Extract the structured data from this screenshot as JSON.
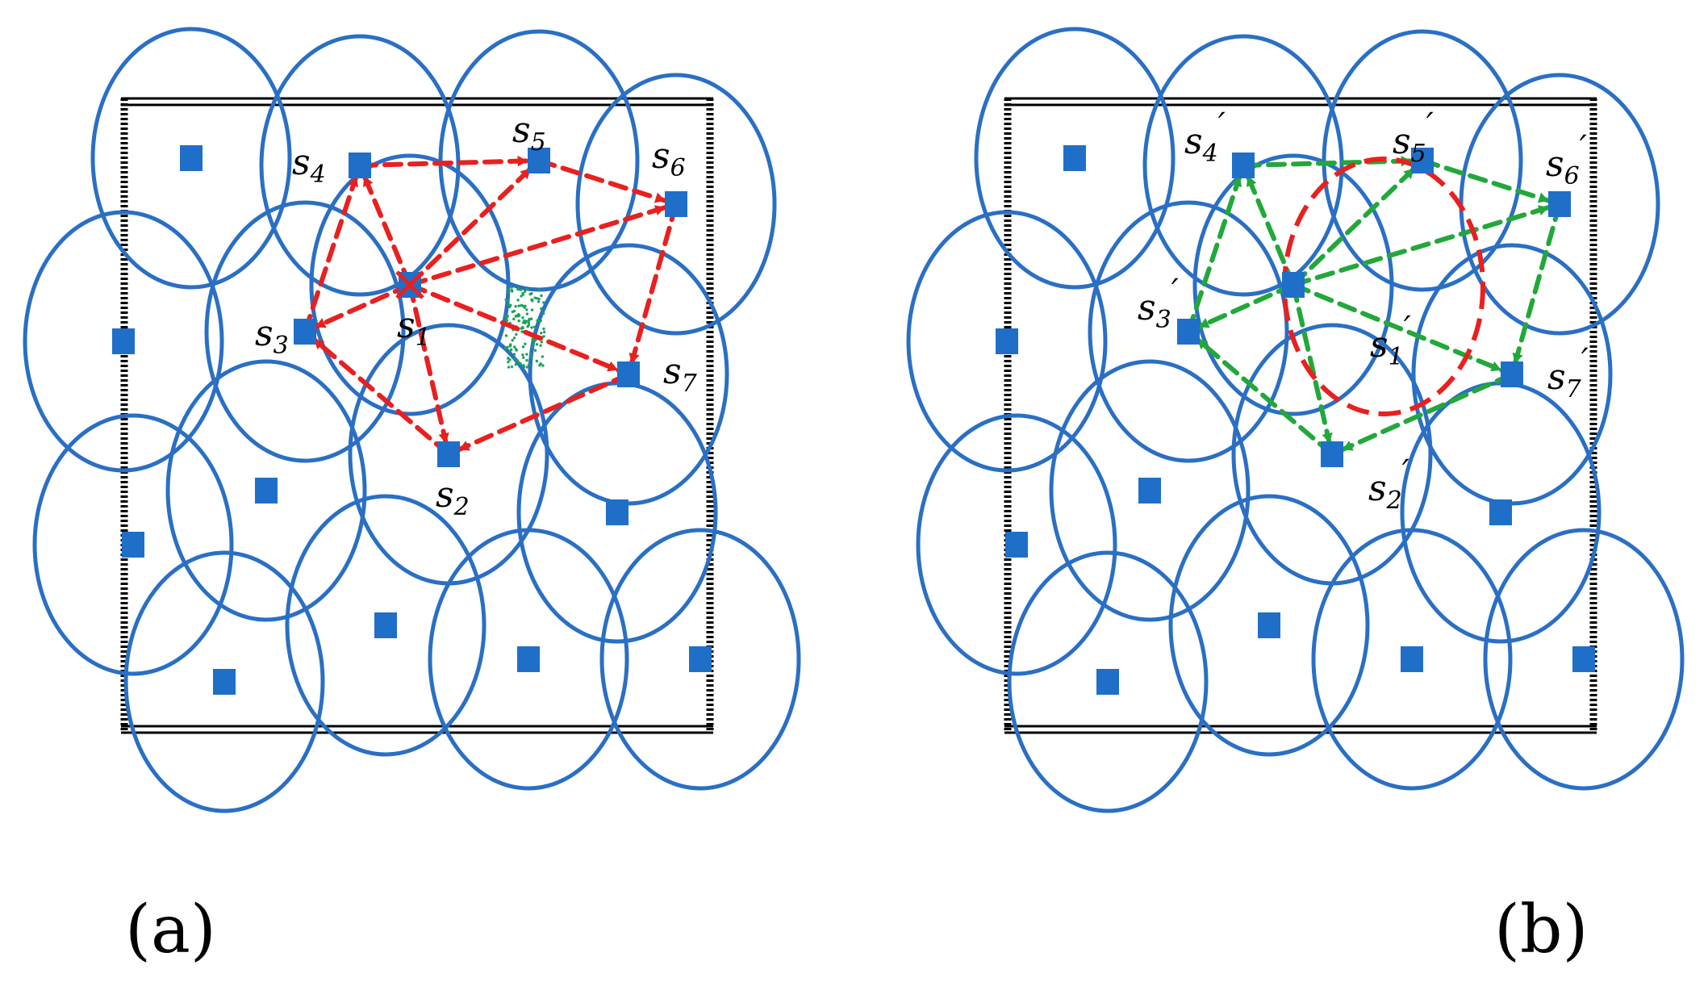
{
  "colors": {
    "coverage": "#2a6fc4",
    "sensor": "#1f6fc9",
    "red_links": "#e8201f",
    "green_links": "#22a83a",
    "hole_dots": "#1aa35a",
    "border": "#000000"
  },
  "panels": [
    {
      "caption": "(a)",
      "links_color_key": "red_links",
      "labels": [
        {
          "id": "s1",
          "main": "s",
          "sub": "1",
          "prime": ""
        },
        {
          "id": "s2",
          "main": "s",
          "sub": "2",
          "prime": ""
        },
        {
          "id": "s3",
          "main": "s",
          "sub": "3",
          "prime": ""
        },
        {
          "id": "s4",
          "main": "s",
          "sub": "4",
          "prime": ""
        },
        {
          "id": "s5",
          "main": "s",
          "sub": "5",
          "prime": ""
        },
        {
          "id": "s6",
          "main": "s",
          "sub": "6",
          "prime": ""
        },
        {
          "id": "s7",
          "main": "s",
          "sub": "7",
          "prime": ""
        }
      ]
    },
    {
      "caption": "(b)",
      "links_color_key": "green_links",
      "labels": [
        {
          "id": "s1",
          "main": "s",
          "sub": "1",
          "prime": "′"
        },
        {
          "id": "s2",
          "main": "s",
          "sub": "2",
          "prime": "′"
        },
        {
          "id": "s3",
          "main": "s",
          "sub": "3",
          "prime": "′"
        },
        {
          "id": "s4",
          "main": "s",
          "sub": "4",
          "prime": "′"
        },
        {
          "id": "s5",
          "main": "s",
          "sub": "5",
          "prime": "′"
        },
        {
          "id": "s6",
          "main": "s",
          "sub": "6",
          "prime": "′"
        },
        {
          "id": "s7",
          "main": "s",
          "sub": "7",
          "prime": "′"
        }
      ]
    }
  ]
}
